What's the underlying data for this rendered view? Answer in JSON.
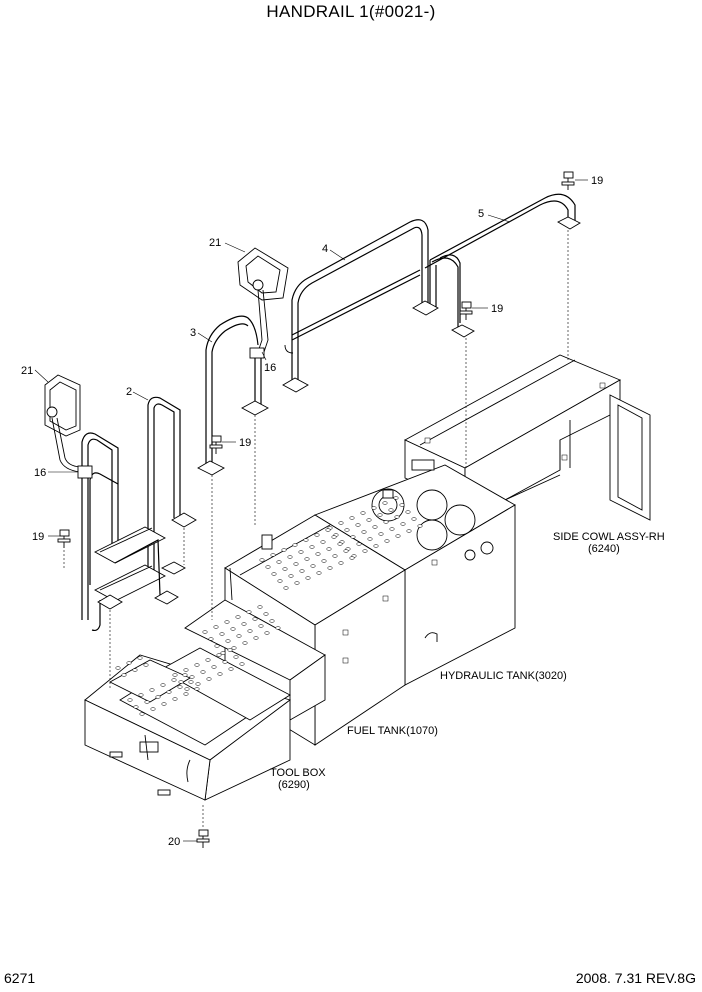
{
  "title": "HANDRAIL 1(#0021-)",
  "page_number": "6271",
  "revision": "2008. 7.31  REV.8G",
  "callouts": {
    "c19a": "19",
    "c5": "5",
    "c21a": "21",
    "c4": "4",
    "c19b": "19",
    "c3": "3",
    "c16a": "16",
    "c19c": "19",
    "c21b": "21",
    "c2": "2",
    "c16b": "16",
    "c19d": "19",
    "c20": "20"
  },
  "labels": {
    "side_cowl": "SIDE COWL ASSY-RH",
    "side_cowl_no": "(6240)",
    "hydraulic_tank": "HYDRAULIC TANK(3020)",
    "fuel_tank": "FUEL TANK(1070)",
    "tool_box": "TOOL BOX",
    "tool_box_no": "(6290)"
  }
}
